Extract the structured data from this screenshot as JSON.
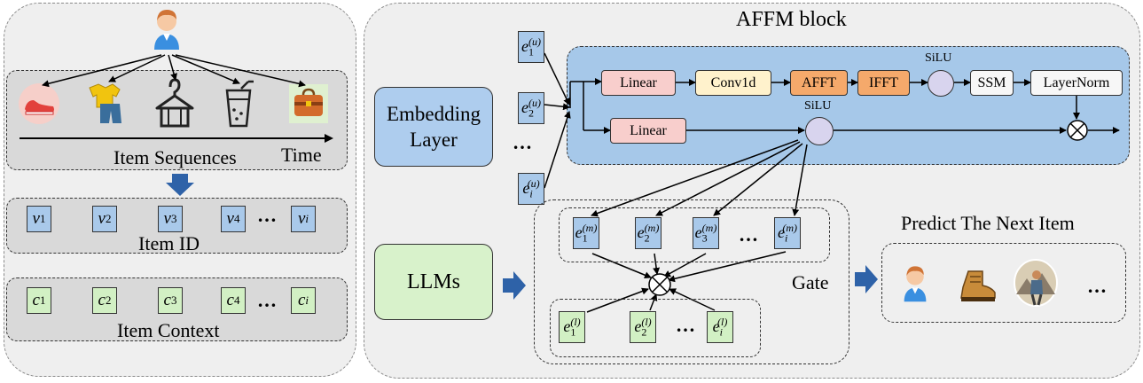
{
  "left": {
    "time_label": "Time",
    "sequences_label": "Item Sequences",
    "id_label": "Item ID",
    "context_label": "Item Context",
    "id_items": [
      "v",
      "v",
      "v",
      "v",
      "v"
    ],
    "id_subs": [
      "1",
      "2",
      "3",
      "4",
      "i"
    ],
    "ctx_items": [
      "c",
      "c",
      "c",
      "c",
      "c"
    ],
    "ctx_subs": [
      "1",
      "2",
      "3",
      "4",
      "i"
    ],
    "ellipsis": "…"
  },
  "middle": {
    "title": "AFFM block",
    "embedding_label_1": "Embedding",
    "embedding_label_2": "Layer",
    "llms_label": "LLMs",
    "gate_label": "Gate",
    "ellipsis": "…",
    "u_vectors": [
      {
        "base": "e",
        "sub": "1",
        "sup": "(u)"
      },
      {
        "base": "e",
        "sub": "2",
        "sup": "(u)"
      },
      {
        "base": "e",
        "sub": "i",
        "sup": "(u)"
      }
    ],
    "m_vectors": [
      {
        "base": "e",
        "sub": "1",
        "sup": "(m)"
      },
      {
        "base": "e",
        "sub": "2",
        "sup": "(m)"
      },
      {
        "base": "e",
        "sub": "3",
        "sup": "(m)"
      },
      {
        "base": "e",
        "sub": "i",
        "sup": "(m)"
      }
    ],
    "l_vectors": [
      {
        "base": "e",
        "sub": "1",
        "sup": "(l)"
      },
      {
        "base": "e",
        "sub": "2",
        "sup": "(l)"
      },
      {
        "base": "e",
        "sub": "i",
        "sup": "(l)"
      }
    ],
    "blocks": {
      "linear_top": "Linear",
      "conv1d": "Conv1d",
      "afft": "AFFT",
      "ifft": "IFFT",
      "silu_top": "SiLU",
      "ssm": "SSM",
      "layernorm": "LayerNorm",
      "linear_bottom": "Linear",
      "silu_bottom": "SiLU"
    }
  },
  "right": {
    "predict_label": "Predict The Next Item",
    "ellipsis": "…"
  },
  "icons": [
    "user-icon",
    "sneaker-icon",
    "clothes-icon",
    "hanger-icon",
    "cup-icon",
    "bag-icon",
    "boot-icon",
    "hiker-icon"
  ]
}
